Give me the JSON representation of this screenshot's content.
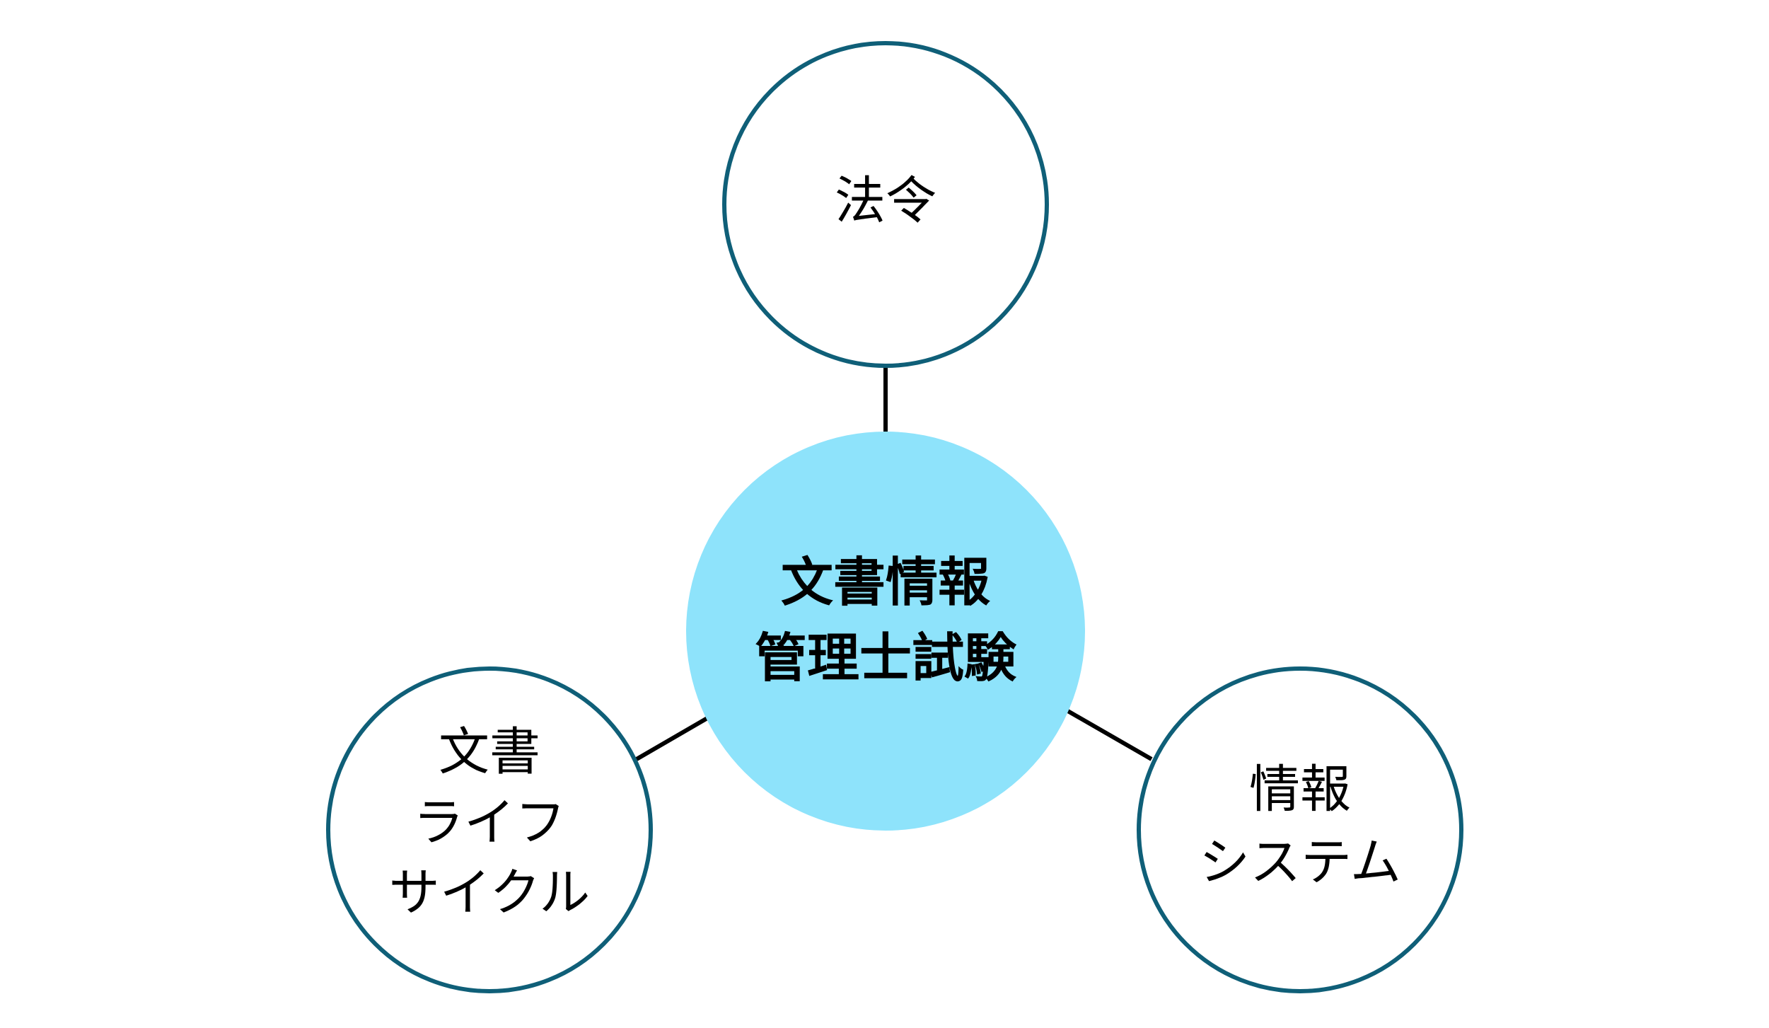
{
  "colors": {
    "background": "#ffffff",
    "center_fill": "#8ee3fb",
    "outer_stroke": "#0f5f78",
    "outer_fill": "#ffffff",
    "connector": "#000000",
    "text": "#000000"
  },
  "center": {
    "lines": [
      "文書情報",
      "管理士試験"
    ]
  },
  "nodes": {
    "top": {
      "lines": [
        "法令"
      ]
    },
    "left": {
      "lines": [
        "文書",
        "ライフ",
        "サイクル"
      ]
    },
    "right": {
      "lines": [
        "情報",
        "システム"
      ]
    }
  }
}
